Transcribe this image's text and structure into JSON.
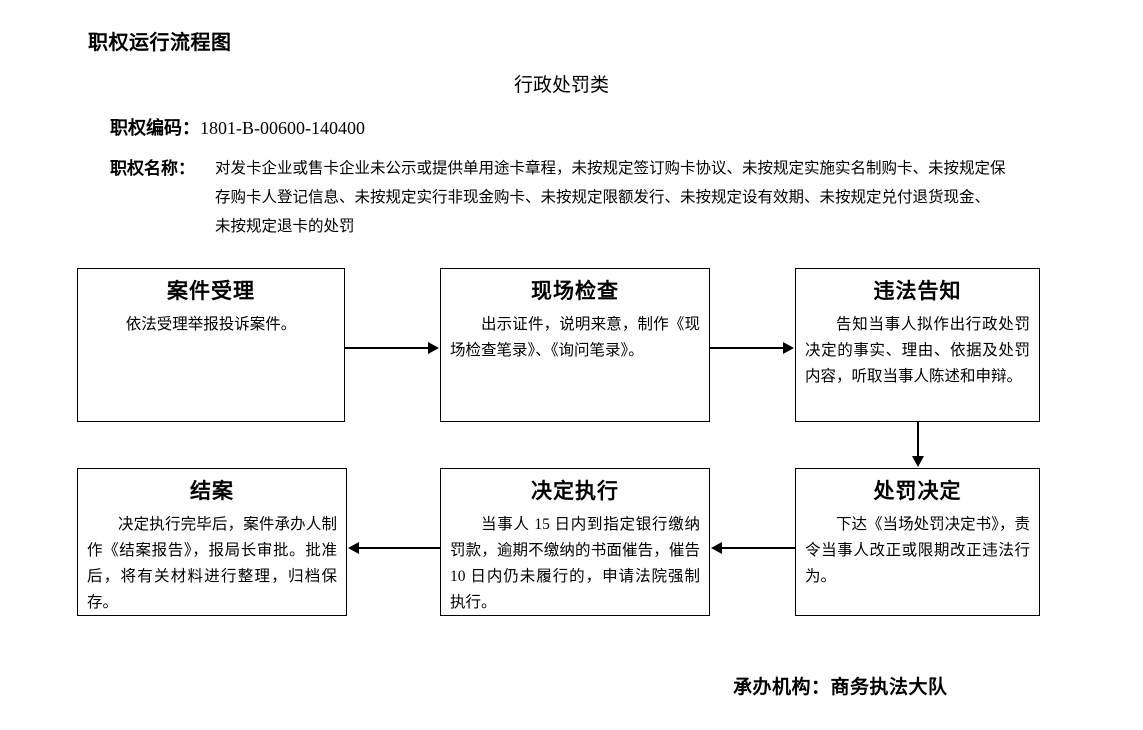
{
  "header": {
    "title": "职权运行流程图",
    "subtitle": "行政处罚类",
    "code_label": "职权编码：",
    "code_value": "1801-B-00600-140400",
    "name_label": "职权名称：",
    "name_lines": [
      "对发卡企业或售卡企业未公示或提供单用途卡章程，未按规定签订购卡协议、未按规定实施实名制购卡、未按规定保",
      "存购卡人登记信息、未按规定实行非现金购卡、未按规定限额发行、未按规定设有效期、未按规定兑付退货现金、",
      "未按规定退卡的处罚"
    ]
  },
  "flow": {
    "boxes": [
      {
        "id": "accept",
        "title": "案件受理",
        "body": "依法受理举报投诉案件。"
      },
      {
        "id": "inspect",
        "title": "现场检查",
        "body": "出示证件，说明来意，制作《现场检查笔录》、《询问笔录》。"
      },
      {
        "id": "notify",
        "title": "违法告知",
        "body": "告知当事人拟作出行政处罚决定的事实、理由、依据及处罚内容，听取当事人陈述和申辩。"
      },
      {
        "id": "decision",
        "title": "处罚决定",
        "body": "下达《当场处罚决定书》，责令当事人改正或限期改正违法行为。"
      },
      {
        "id": "execute",
        "title": "决定执行",
        "body": "当事人 15 日内到指定银行缴纳罚款，逾期不缴纳的书面催告，催告 10 日内仍未履行的，申请法院强制执行。"
      },
      {
        "id": "close",
        "title": "结案",
        "body": "决定执行完毕后，案件承办人制作《结案报告》，报局长审批。批准后，将有关材料进行整理，归档保存。"
      }
    ],
    "connectors": [
      {
        "id": "accept-inspect",
        "direction": "right"
      },
      {
        "id": "inspect-notify",
        "direction": "right"
      },
      {
        "id": "notify-decision",
        "direction": "down"
      },
      {
        "id": "decision-execute",
        "direction": "left"
      },
      {
        "id": "execute-close",
        "direction": "left"
      }
    ]
  },
  "footer": {
    "org_text": "承办机构：商务执法大队"
  },
  "colors": {
    "page_background": "#ffffff",
    "text": "#000000",
    "box_border": "#000000",
    "connector": "#000000"
  }
}
